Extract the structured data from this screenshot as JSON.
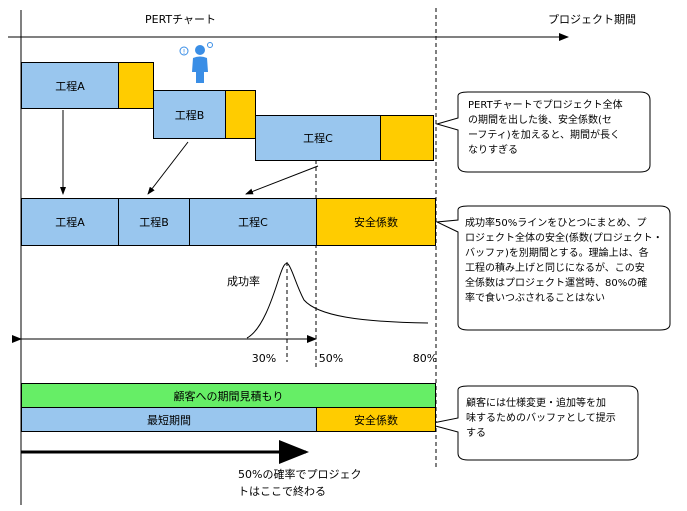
{
  "header": {
    "pert_label": "PERTチャート",
    "project_period_label": "プロジェクト期間"
  },
  "pert_chart": {
    "task_a": "工程A",
    "task_b": "工程B",
    "task_c": "工程C"
  },
  "ccpm_chart": {
    "task_a": "工程A",
    "task_b": "工程B",
    "task_c": "工程C",
    "buffer": "安全係数"
  },
  "distribution": {
    "title": "成功率",
    "ticks": [
      "30%",
      "50%",
      "80%"
    ]
  },
  "estimate": {
    "customer_estimate": "顧客への期間見積もり",
    "shortest_period": "最短期間",
    "buffer": "安全係数",
    "finish_note": "50%の確率でプロジェク\nトはここで終わる"
  },
  "callouts": {
    "callout1": "PERTチャートでプロジェクト全体\nの期間を出した後、安全係数(セ\nーフティ)を加えると、期間が長く\nなりすぎる",
    "callout2": "成功率50%ラインをひとつにまとめ、プ\nロジェクト全体の安全(係数(プロジェクト・\nバッファ)を別期間とする。理論上は、各\n工程の積み上げと同じになるが、この安\n全係数はプロジェクト運営時、80%の確\n率で食いつぶされることはない",
    "callout3": "顧客には仕様変更・追加等を加\n味するためのバッファとして提示\nする"
  },
  "colors": {
    "task": "#99c6ee",
    "buffer": "#ffcc00",
    "estimate": "#66ee66"
  }
}
